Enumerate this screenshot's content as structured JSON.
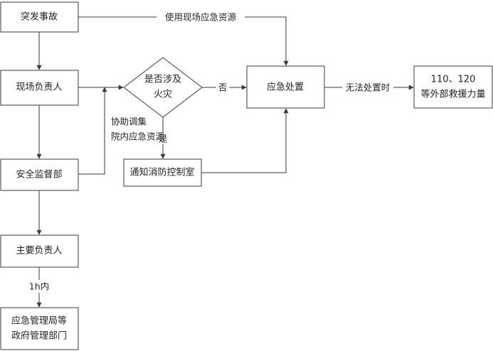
{
  "nodes": {
    "emergency": "突发事故",
    "onsite_lead": "现场负责人",
    "fire_question_line1": "是否涉及",
    "fire_question_line2": "火灾",
    "emergency_handling": "应急处置",
    "external_rescue_line1": "110、120",
    "external_rescue_line2": "等外部救援力量",
    "safety_dept": "安全监督部",
    "notify_fire_control": "通知消防控制室",
    "main_lead": "主要负责人",
    "gov_dept_line1": "应急管理局等",
    "gov_dept_line2": "政府管理部门"
  },
  "edge_labels": {
    "use_onsite_resources": "使用现场应急资源",
    "no": "否",
    "cannot_handle": "无法处置时",
    "yes": "是",
    "assist_line1": "协助调集",
    "assist_line2": "院内应急资源",
    "within_1h": "1h内"
  },
  "colors": {
    "stroke": "#3a3a3a",
    "text": "#222222",
    "background": "#ffffff"
  }
}
